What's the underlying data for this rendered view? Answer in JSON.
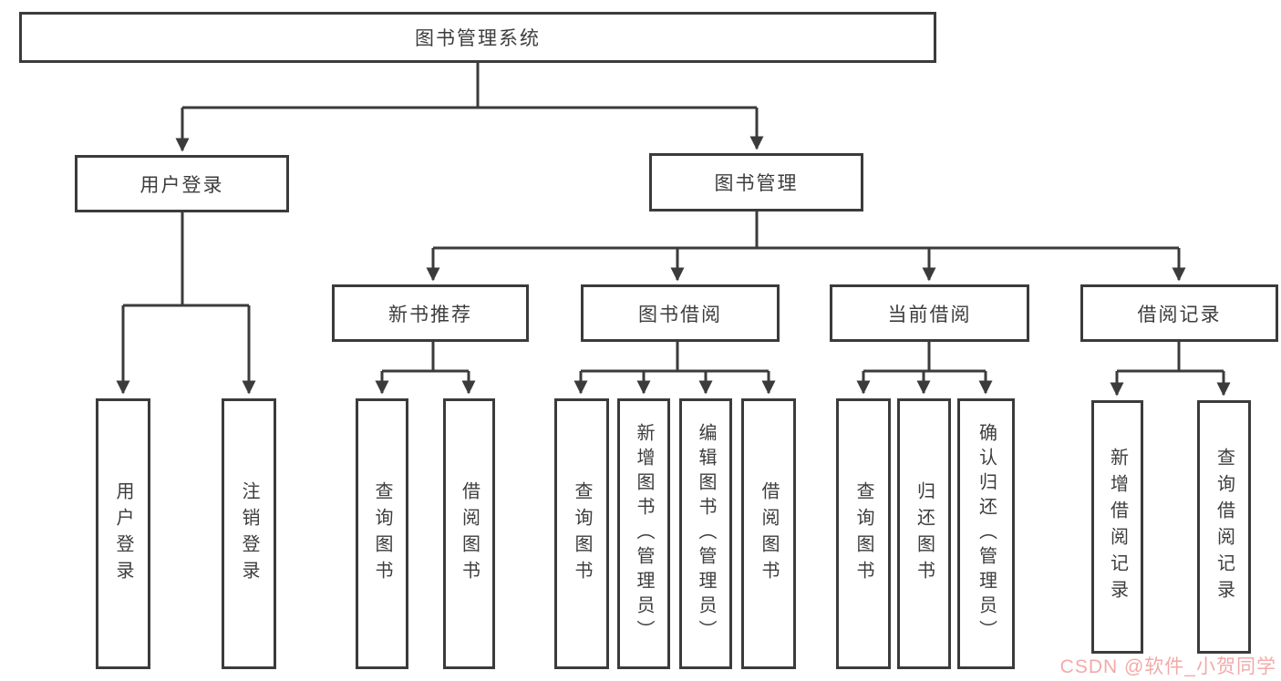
{
  "diagram": {
    "root_label": "图书管理系统",
    "user_login": {
      "label": "用户登录",
      "children": [
        "用户登录",
        "注销登录"
      ]
    },
    "book_mgmt": {
      "label": "图书管理",
      "groups": [
        {
          "label": "新书推荐",
          "children": [
            "查询图书",
            "借阅图书"
          ]
        },
        {
          "label": "图书借阅",
          "children": [
            "查询图书",
            "新增图书（管理员）",
            "编辑图书（管理员）",
            "借阅图书"
          ]
        },
        {
          "label": "当前借阅",
          "children": [
            "查询图书",
            "归还图书",
            "确认归还（管理员）"
          ]
        },
        {
          "label": "借阅记录",
          "children": [
            "新增借阅记录",
            "查询借阅记录"
          ]
        }
      ]
    }
  },
  "watermark": {
    "text": "CSDN @软件_小贺同学"
  },
  "colors": {
    "line": "#3b3b3b",
    "text": "#3d3d3d",
    "watermark": "#f2aaa8",
    "background": "#ffffff"
  }
}
